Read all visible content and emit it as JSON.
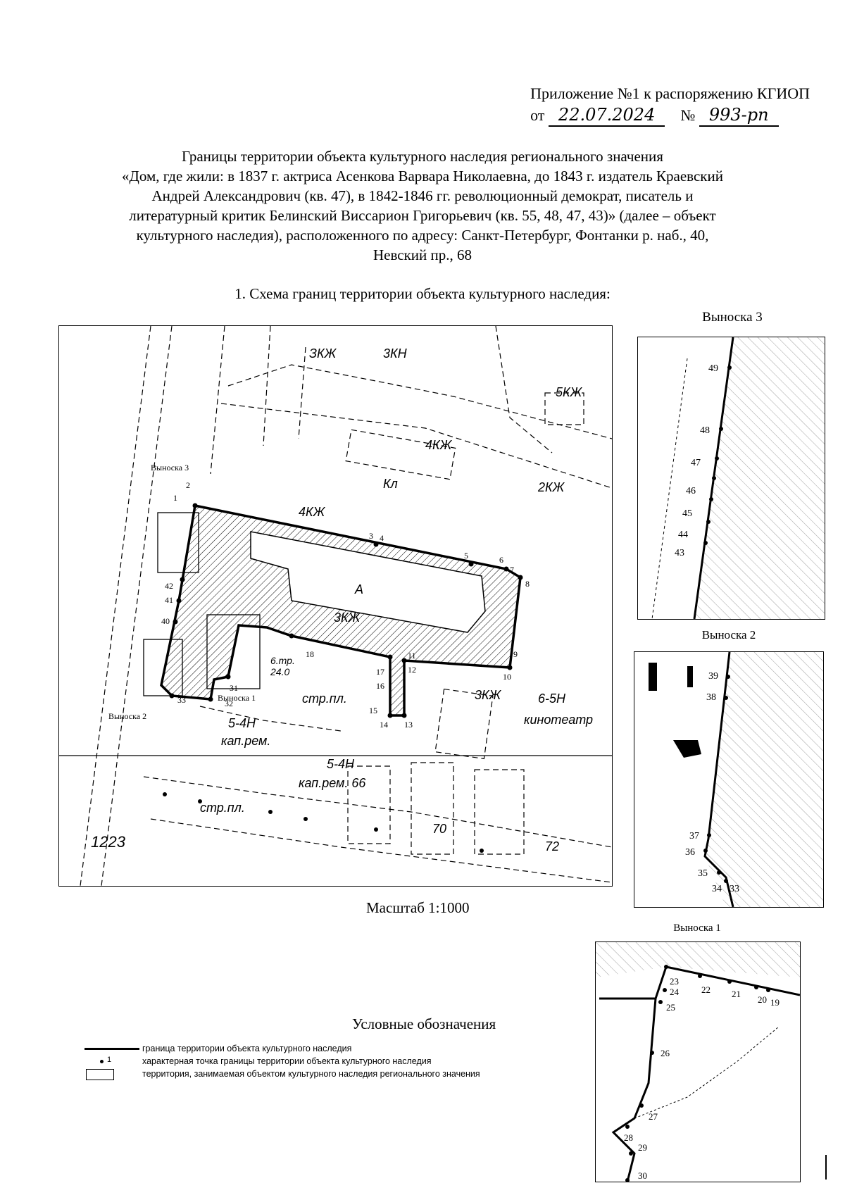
{
  "header": {
    "line1": "Приложение №1 к распоряжению КГИОП",
    "from_label": "от",
    "date": "22.07.2024",
    "num_label": "№",
    "number": "993-рп"
  },
  "title": {
    "lines": [
      "Границы территории объекта культурного наследия регионального значения",
      "«Дом, где жили: в 1837 г. актриса Асенкова Варвара Николаевна, до 1843 г. издатель Краевский",
      "Андрей Александрович (кв. 47), в 1842-1846 гг. революционный демократ, писатель и",
      "литературный критик Белинский Виссарион Григорьевич (кв. 55, 48, 47, 43)» (далее – объект",
      "культурного наследия), расположенного по адресу: Санкт-Петербург, Фонтанки р. наб., 40,",
      "Невский пр., 68"
    ]
  },
  "scheme_heading": "1.  Схема границ территории объекта культурного наследия:",
  "scale": "Масштаб 1:1000",
  "map": {
    "inset_labels": [
      "Выноска 3",
      "Выноска 2",
      "Выноска 1"
    ],
    "building_labels": [
      "ЗКЖ",
      "3КН",
      "4КЖ",
      "Кл",
      "2КЖ",
      "5КЖ",
      "4КЖ",
      "3КЖ",
      "А",
      "6-5Н",
      "кинотеатр",
      "3КЖ",
      "5-4Н",
      "кап.рем.",
      "стр.пл.",
      "6.тр.",
      "24.0",
      "5-4Н",
      "кап.рем. 66",
      "стр.пл.",
      "70",
      "72",
      "1223"
    ],
    "boundary_point_labels": [
      "1",
      "2",
      "3",
      "4",
      "5",
      "6",
      "7",
      "8",
      "9",
      "10",
      "11",
      "12",
      "13",
      "14",
      "15",
      "16",
      "17",
      "18",
      "31",
      "32",
      "33",
      "40",
      "41",
      "42"
    ]
  },
  "callouts": {
    "c3": {
      "title": "Выноска 3",
      "points": [
        "49",
        "48",
        "47",
        "46",
        "45",
        "44",
        "43"
      ]
    },
    "c2": {
      "title": "Выноска 2",
      "points": [
        "39",
        "38",
        "37",
        "36",
        "35",
        "34",
        "33"
      ]
    },
    "c1": {
      "title": "Выноска 1",
      "points": [
        "23",
        "24",
        "25",
        "22",
        "21",
        "20",
        "19",
        "26",
        "27",
        "28",
        "29",
        "30"
      ]
    }
  },
  "legend": {
    "title": "Условные обозначения",
    "point_example": "1",
    "items": [
      "граница территории объекта культурного наследия",
      "характерная точка границы территории объекта культурного наследия",
      "территория, занимаемая объектом культурного наследия регионального значения"
    ]
  }
}
